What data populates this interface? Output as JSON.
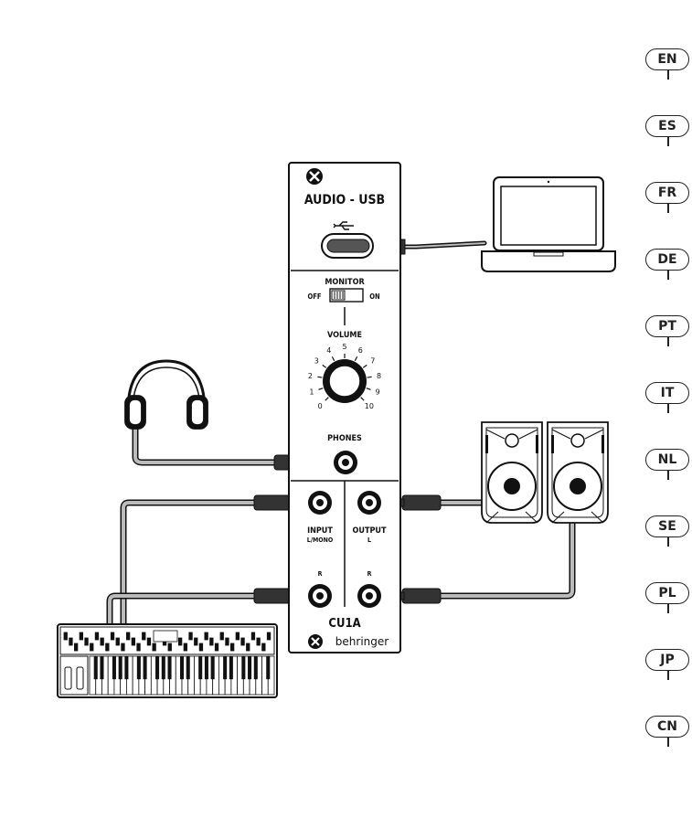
{
  "module": {
    "title": "AUDIO - USB",
    "monitor_label": "MONITOR",
    "off_label": "OFF",
    "on_label": "ON",
    "volume_label": "VOLUME",
    "volume_scale": [
      "0",
      "1",
      "2",
      "3",
      "4",
      "5",
      "6",
      "7",
      "8",
      "9",
      "10"
    ],
    "phones_label": "PHONES",
    "input_label": "INPUT",
    "input_sub": "L/MONO",
    "output_label": "OUTPUT",
    "output_sub": "L",
    "input_r": "R",
    "output_r": "R",
    "model": "CU1A",
    "brand": "behringer",
    "usb_symbol": "⭠"
  },
  "languages": [
    "EN",
    "ES",
    "FR",
    "DE",
    "PT",
    "IT",
    "NL",
    "SE",
    "PL",
    "JP",
    "CN"
  ],
  "colors": {
    "line": "#111111",
    "cable_fill": "#b0b0b0",
    "plug": "#333333"
  }
}
